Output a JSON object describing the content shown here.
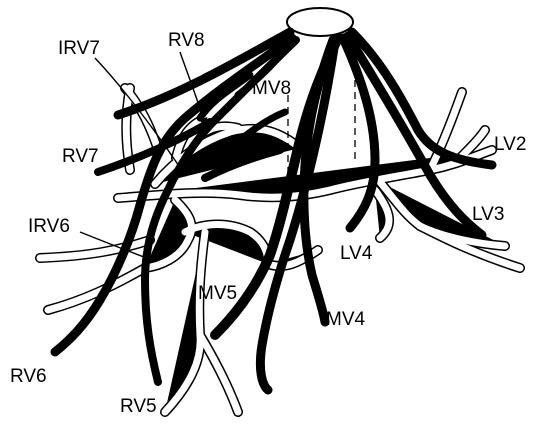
{
  "diagram": {
    "labels": {
      "irv7": "IRV7",
      "rv8": "RV8",
      "mv8": "MV8",
      "rv7": "RV7",
      "lv2": "LV2",
      "lv3": "LV3",
      "irv6": "IRV6",
      "lv4": "LV4",
      "mv5": "MV5",
      "mv4": "MV4",
      "rv6": "RV6",
      "rv5": "RV5"
    },
    "colors": {
      "dark_vessel": "#000000",
      "pale_vessel_outline": "#000000",
      "pale_vessel_fill": "#ffffff",
      "background": "#ffffff"
    }
  }
}
